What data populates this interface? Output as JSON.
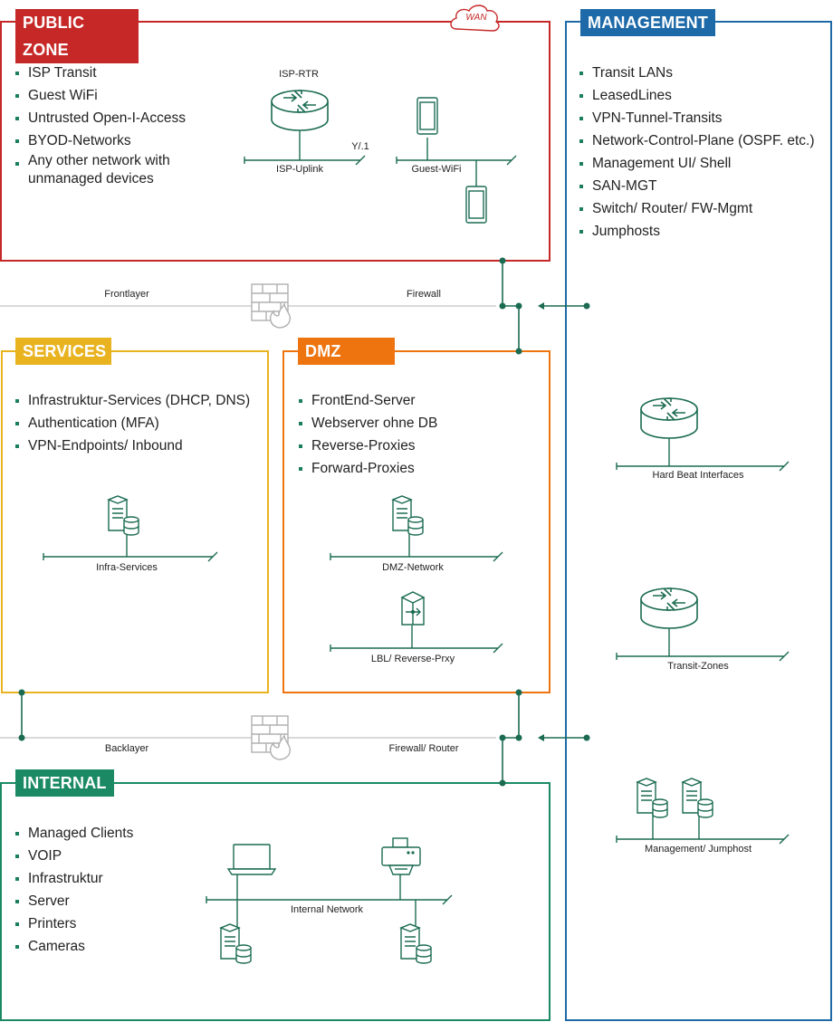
{
  "zones": {
    "public": {
      "title": "PUBLIC ZONE",
      "color": "#c62828",
      "items": [
        "ISP Transit",
        "Guest WiFi",
        "Untrusted Open-I-Access",
        "BYOD-Networks",
        "Any other network with unmanaged devices"
      ],
      "wan_label": "WAN",
      "router_label": "ISP-RTR",
      "uplink_label": "ISP-Uplink",
      "vlan_label": "Y/.1",
      "guest_label": "Guest-WiFi"
    },
    "management": {
      "title": "MANAGEMENT",
      "color": "#1e6aa8",
      "items": [
        "Transit LANs",
        "LeasedLines",
        "VPN-Tunnel-Transits",
        "Network-Control-Plane (OSPF. etc.)",
        "Management UI/ Shell",
        "SAN-MGT",
        "Switch/ Router/ FW-Mgmt",
        "Jumphosts"
      ],
      "heartbeat_label": "Hard Beat Interfaces",
      "transit_label": "Transit-Zones",
      "jumphost_label": "Management/ Jumphost"
    },
    "services": {
      "title": "SERVICES",
      "color": "#e9b320",
      "items": [
        "Infrastruktur-Services (DHCP, DNS)",
        "Authentication (MFA)",
        "VPN-Endpoints/ Inbound"
      ],
      "network_label": "Infra-Services"
    },
    "dmz": {
      "title": "DMZ",
      "color": "#ee7410",
      "items": [
        "FrontEnd-Server",
        "Webserver ohne DB",
        "Reverse-Proxies",
        "Forward-Proxies"
      ],
      "network_label": "DMZ-Network",
      "lb_label": "LBL/ Reverse-Prxy"
    },
    "internal": {
      "title": "INTERNAL",
      "color": "#1b8a64",
      "items": [
        "Managed Clients",
        "VOIP",
        "Infrastruktur",
        "Server",
        "Printers",
        "Cameras"
      ],
      "network_label": "Internal Network"
    }
  },
  "layers": {
    "front": {
      "left_label": "Frontlayer",
      "right_label": "Firewall"
    },
    "back": {
      "left_label": "Backlayer",
      "right_label": "Firewall/ Router"
    }
  },
  "colors": {
    "icon": "#1b6b52",
    "layer_line": "#d9d9d9",
    "firewall": "#b0b0b0"
  },
  "icons": [
    "router-icon",
    "smartphone-icon",
    "server-icon",
    "firewall-icon",
    "laptop-icon",
    "printer-icon",
    "load-balancer-icon",
    "cloud-icon"
  ]
}
